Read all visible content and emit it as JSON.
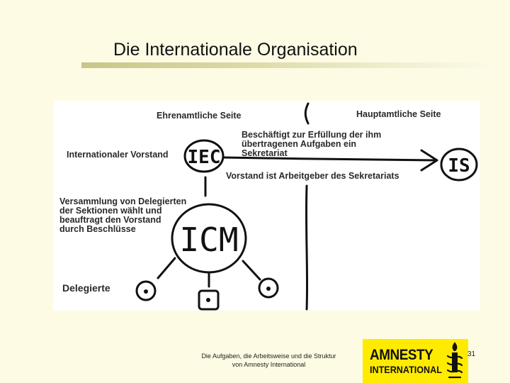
{
  "slide": {
    "title": "Die Internationale Organisation",
    "page_number": "31"
  },
  "diagram": {
    "left_header": "Ehrenamtliche Seite",
    "right_header": "Hauptamtliche Seite",
    "iec_label": "Internationaler Vorstand",
    "iec_node": "IEC",
    "is_node": "IS",
    "icm_node": "ICM",
    "arrow_top_text": "Beschäftigt zur Erfüllung der ihm\nübertragenen Aufgaben ein\nSekretariat",
    "arrow_bottom_text": "Vorstand ist Arbeitgeber des Sekretariats",
    "icm_description": "Versammlung von Delegierten\nder Sektionen wählt und\nbeauftragt den Vorstand\ndurch Beschlüsse",
    "delegates_label": "Delegierte"
  },
  "footer": {
    "text": "Die Aufgaben, die Arbeitsweise und die Struktur\nvon Amnesty International"
  },
  "logo": {
    "line1": "AMNESTY",
    "line2": "INTERNATIONAL",
    "icon": "candle-in-barbed-wire-icon",
    "background_color": "#ffeb00"
  }
}
